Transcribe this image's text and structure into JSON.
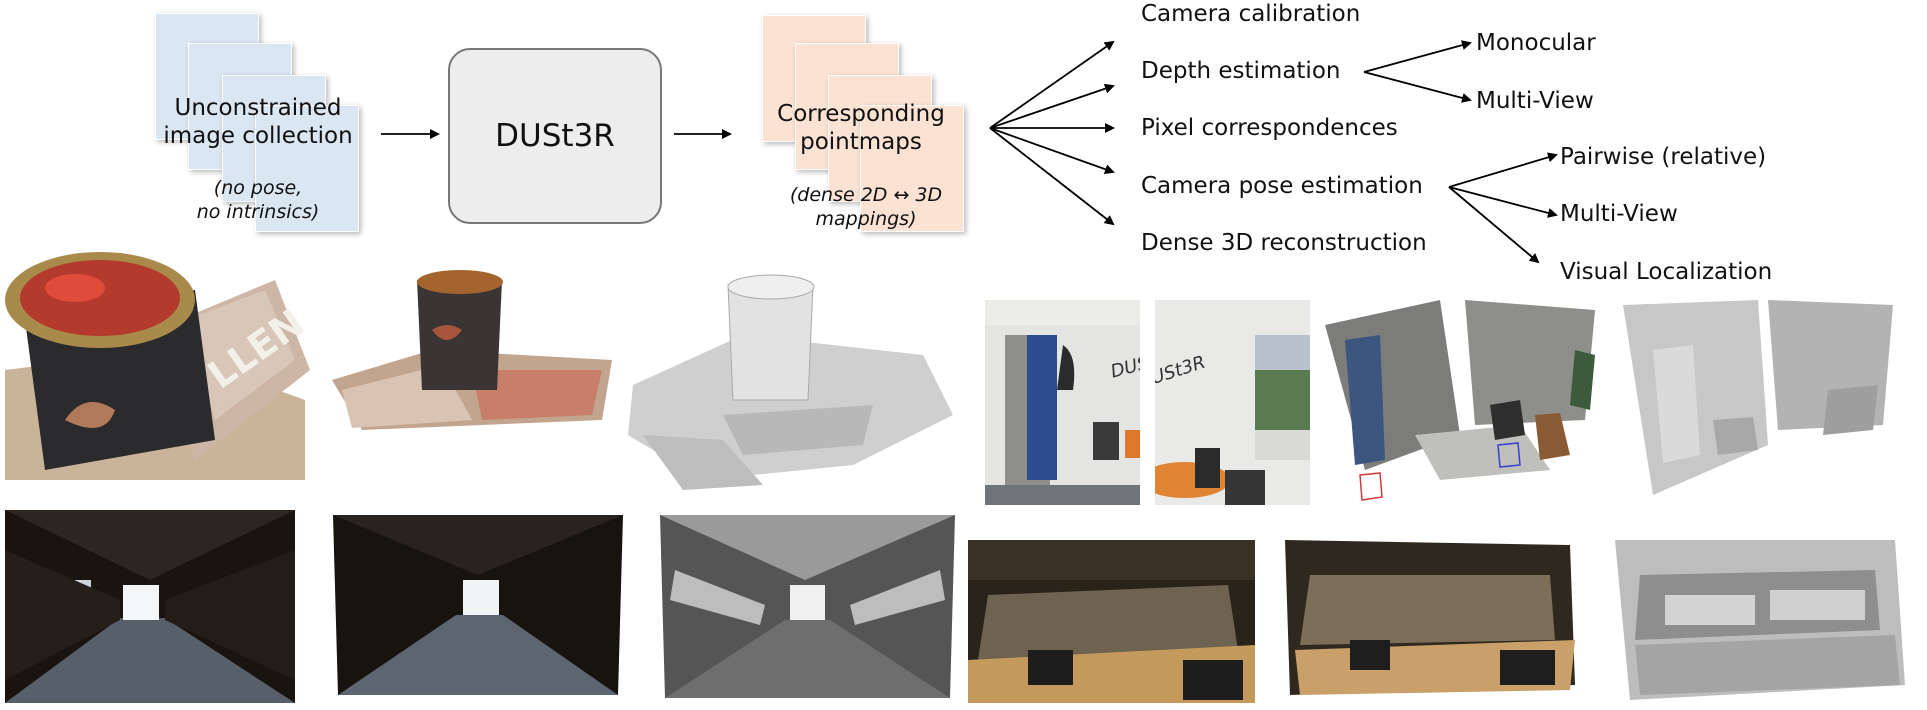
{
  "input": {
    "label_line1": "Unconstrained",
    "label_line2": "image collection",
    "note_line1": "(no pose,",
    "note_line2": "no intrinsics)"
  },
  "model": {
    "label": "DUSt3R"
  },
  "output": {
    "label_line1": "Corresponding",
    "label_line2": "pointmaps",
    "note_line1": "(dense 2D ↔ 3D",
    "note_line2": "mappings)"
  },
  "tasks": [
    "Camera calibration",
    "Depth estimation",
    "Pixel correspondences",
    "Camera pose estimation",
    "Dense 3D reconstruction"
  ],
  "depth_subtasks": [
    "Monocular",
    "Multi-View"
  ],
  "pose_subtasks": [
    "Pairwise (relative)",
    "Multi-View",
    "Visual Localization"
  ],
  "wall_text": "DUSt3R",
  "can_text": "LLEN"
}
